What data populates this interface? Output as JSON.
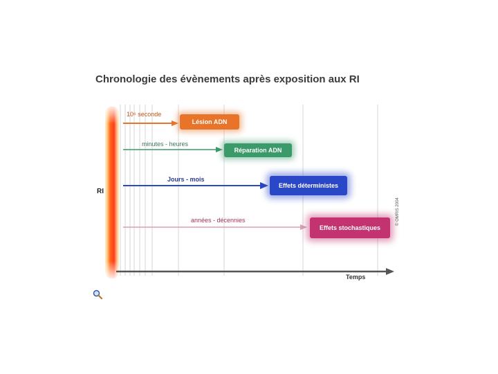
{
  "title": "Chronologie des évènements après exposition aux RI",
  "source_label": "RI",
  "axis_label": "Temps",
  "copyright": "© OMRIS 2004",
  "events": [
    {
      "time": "10⁶ seconde",
      "effect": "Lésion ADN",
      "color": "#e8742a"
    },
    {
      "time": "minutes - heures",
      "effect": "Réparation ADN",
      "color": "#3a9a6a"
    },
    {
      "time": "Jours - mois",
      "effect": "Effets déterministes",
      "color": "#2a47c8"
    },
    {
      "time": "années - décennies",
      "effect": "Effets stochastiques",
      "color": "#c2336f"
    }
  ],
  "icons": {
    "zoom": "magnifier-icon"
  }
}
